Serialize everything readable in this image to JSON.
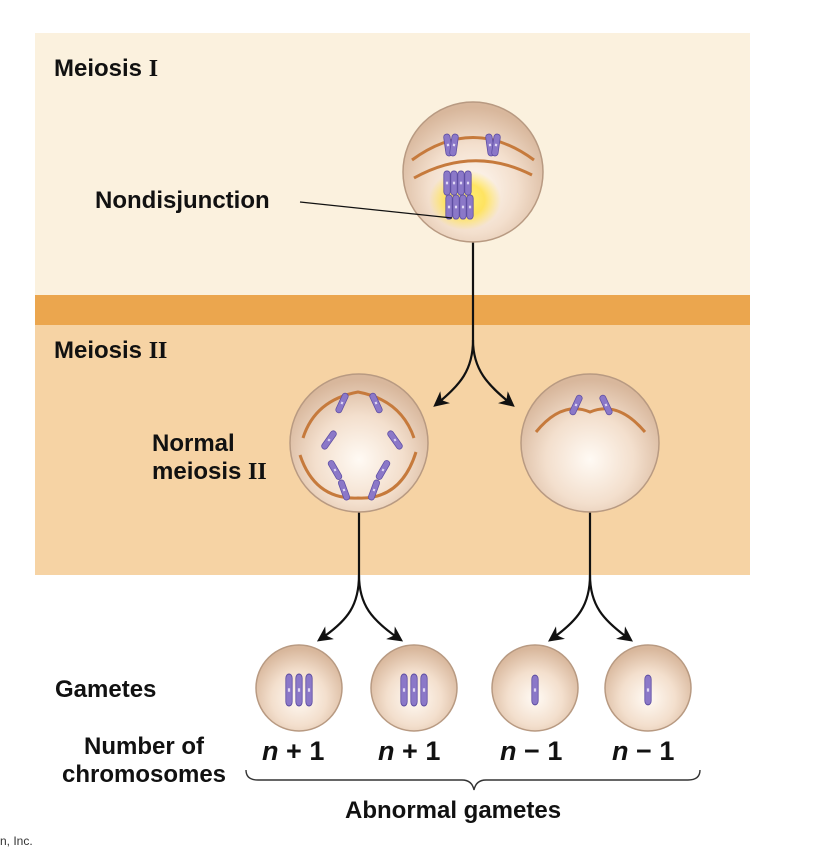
{
  "bands": {
    "meiosis1": {
      "prefix": "Meiosis ",
      "numeral": "I"
    },
    "meiosis2": {
      "prefix": "Meiosis ",
      "numeral": "II"
    }
  },
  "labels": {
    "nondisjunction": "Nondisjunction",
    "normal_line1": "Normal",
    "normal_line2_prefix": "meiosis ",
    "normal_line2_numeral": "II",
    "gametes": "Gametes",
    "number_line1": "Number of",
    "number_line2": "chromosomes",
    "abnormal": "Abnormal gametes",
    "copyright": "n, Inc."
  },
  "gametes": [
    {
      "var": "n",
      "op": "+",
      "count": "1"
    },
    {
      "var": "n",
      "op": "+",
      "count": "1"
    },
    {
      "var": "n",
      "op": "−",
      "count": "1"
    },
    {
      "var": "n",
      "op": "−",
      "count": "1"
    }
  ],
  "colors": {
    "band1": "#fbf1de",
    "divider": "#eba64e",
    "band2": "#f6d3a4",
    "chromosome": "#8b78c8",
    "spindle": "#c67a3c",
    "cell_edge": "#b89a82"
  }
}
